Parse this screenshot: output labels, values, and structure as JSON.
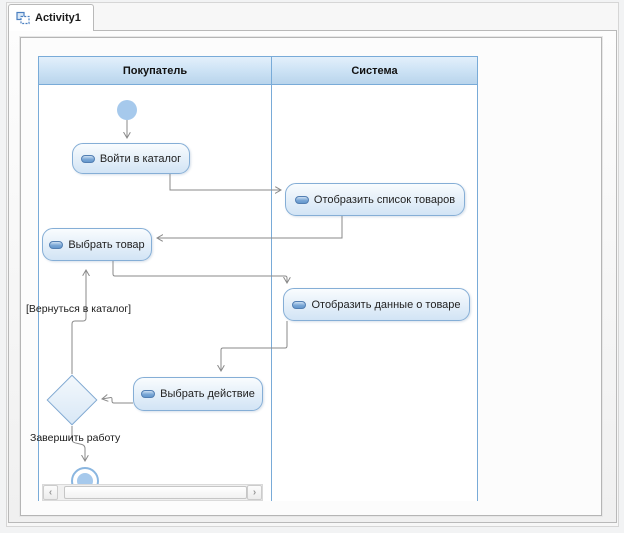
{
  "tab": {
    "label": "Activity1",
    "icon": "activity-diagram-icon"
  },
  "diagram": {
    "lanes": [
      {
        "title": "Покупатель"
      },
      {
        "title": "Система"
      }
    ],
    "nodes": {
      "initial": {
        "type": "initial-node"
      },
      "login": {
        "label": "Войти в каталог"
      },
      "show_list": {
        "label": "Отобразить список товаров"
      },
      "select_product": {
        "label": "Выбрать товар"
      },
      "show_details": {
        "label": "Отобразить данные о товаре"
      },
      "select_action": {
        "label": "Выбрать действие"
      },
      "decision": {
        "type": "decision-node"
      },
      "final": {
        "type": "final-node"
      }
    },
    "edges": [
      {
        "from": "initial",
        "to": "login"
      },
      {
        "from": "login",
        "to": "show_list"
      },
      {
        "from": "show_list",
        "to": "select_product"
      },
      {
        "from": "select_product",
        "to": "show_details"
      },
      {
        "from": "show_details",
        "to": "select_action"
      },
      {
        "from": "select_action",
        "to": "decision"
      },
      {
        "from": "decision",
        "to": "select_product",
        "label": "[Вернуться в каталог]"
      },
      {
        "from": "decision",
        "to": "final",
        "label": "Завершить работу"
      }
    ],
    "edge_labels": {
      "return_to_catalog": "[Вернуться в каталог]",
      "finish_work": "Завершить работу"
    }
  },
  "scrollbar": {
    "left_glyph": "‹",
    "right_glyph": "›"
  },
  "colors": {
    "lane_border": "#79abd8",
    "lane_header_fill_top": "#e3f0fb",
    "lane_header_fill_bottom": "#b9d5ec",
    "node_border": "#85aed6",
    "node_fill_bottom": "#d2e4f5",
    "node_accent_pill": "#6598cc",
    "initial_final_fill": "#a6c9ec",
    "connector": "#8a8a8a"
  }
}
